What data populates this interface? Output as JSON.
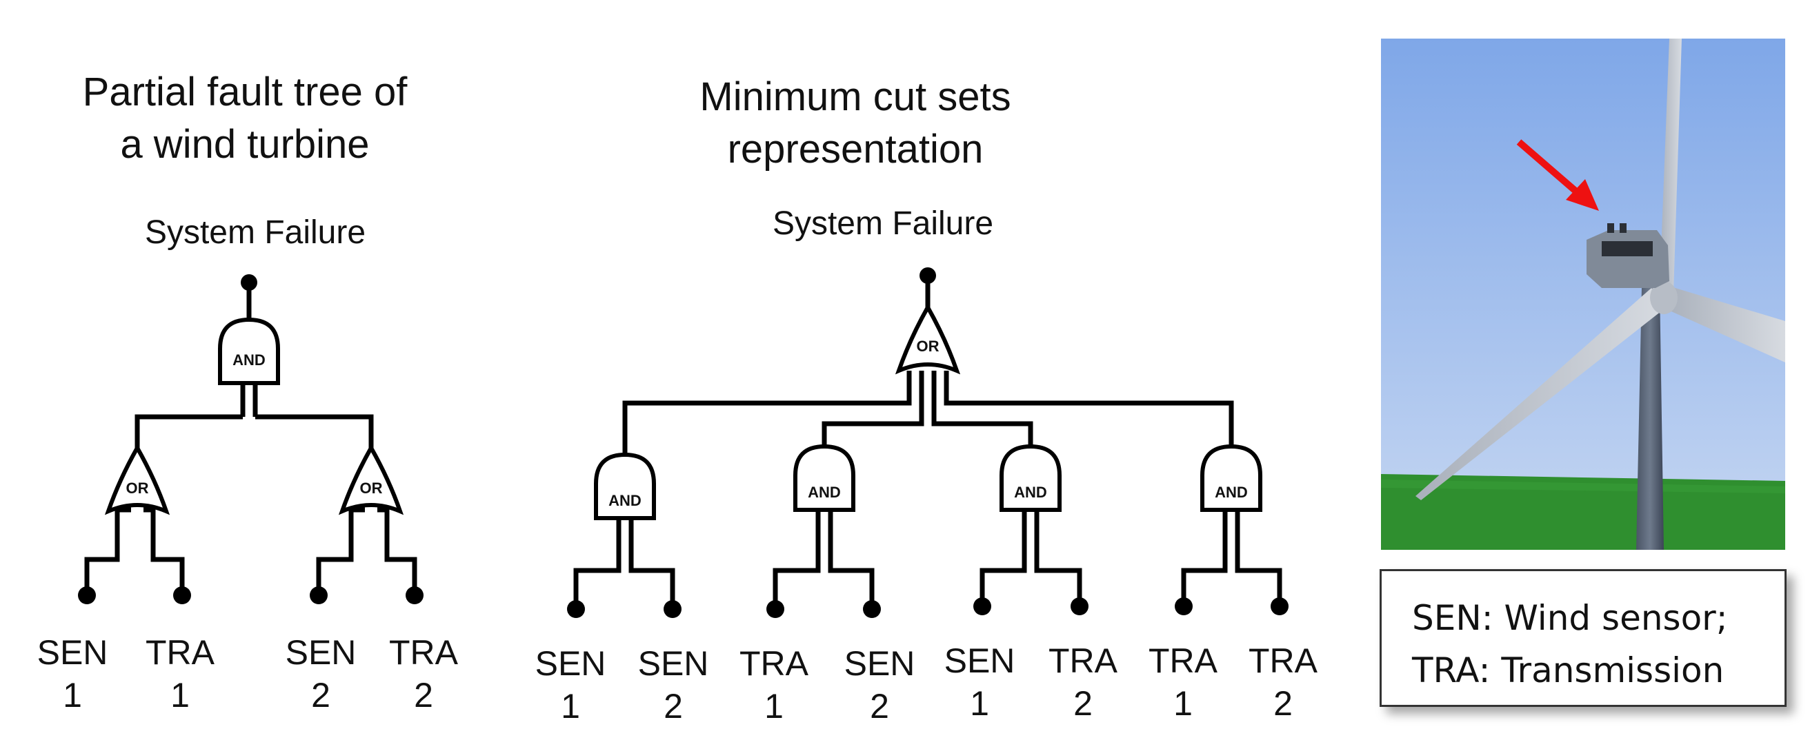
{
  "left_tree": {
    "title": "Partial fault tree of\na wind turbine",
    "root_label": "System Failure",
    "top_gate": "AND",
    "sub_gates": [
      "OR",
      "OR"
    ],
    "leaves": [
      {
        "name": "SEN",
        "num": "1"
      },
      {
        "name": "TRA",
        "num": "1"
      },
      {
        "name": "SEN",
        "num": "2"
      },
      {
        "name": "TRA",
        "num": "2"
      }
    ]
  },
  "right_tree": {
    "title": "Minimum cut sets\nrepresentation",
    "root_label": "System Failure",
    "top_gate": "OR",
    "sub_gates": [
      "AND",
      "AND",
      "AND",
      "AND"
    ],
    "leaves": [
      {
        "name": "SEN",
        "num": "1"
      },
      {
        "name": "SEN",
        "num": "2"
      },
      {
        "name": "TRA",
        "num": "1"
      },
      {
        "name": "SEN",
        "num": "2"
      },
      {
        "name": "SEN",
        "num": "1"
      },
      {
        "name": "TRA",
        "num": "2"
      },
      {
        "name": "TRA",
        "num": "1"
      },
      {
        "name": "TRA",
        "num": "2"
      }
    ]
  },
  "legend": {
    "line1": "SEN: Wind sensor;",
    "line2": "TRA: Transmission"
  },
  "image": {
    "subject": "wind-turbine-illustration",
    "sky_color": "#a8c4f0",
    "ground_color": "#2f8f2f",
    "arrow_color": "#ee1111"
  }
}
